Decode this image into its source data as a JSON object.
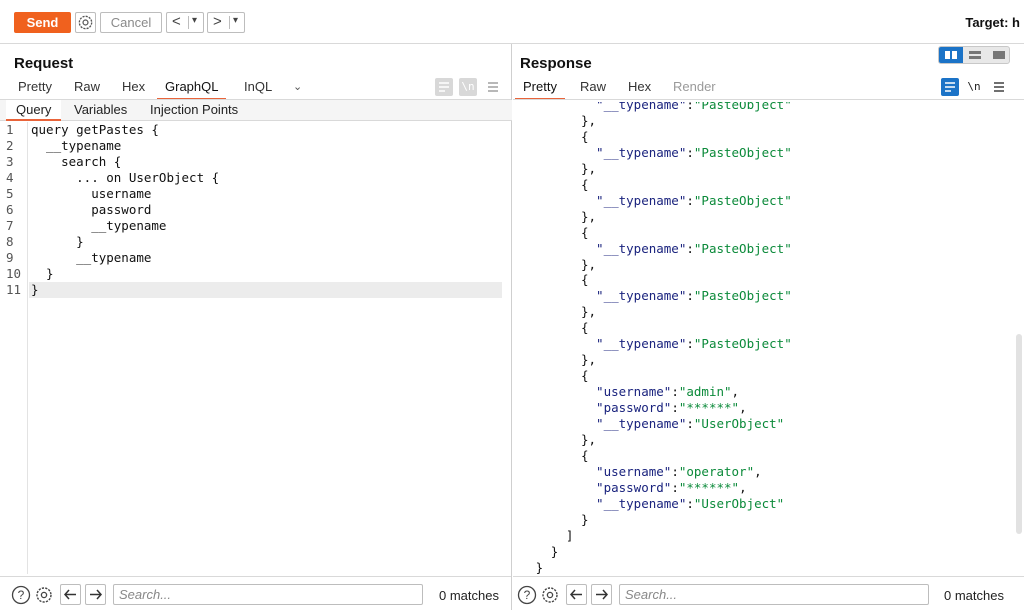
{
  "toolbar": {
    "send_label": "Send",
    "cancel_label": "Cancel",
    "back_label": "<",
    "forward_label": ">",
    "dropdown_glyph": "▾",
    "target_label": "Target: h"
  },
  "request": {
    "title": "Request",
    "tabs": [
      {
        "label": "Pretty"
      },
      {
        "label": "Raw"
      },
      {
        "label": "Hex"
      },
      {
        "label": "GraphQL"
      },
      {
        "label": "InQL"
      }
    ],
    "active_tab": "GraphQL",
    "subtabs": [
      {
        "label": "Query"
      },
      {
        "label": "Variables"
      },
      {
        "label": "Injection Points"
      }
    ],
    "active_subtab": "Query",
    "newline_toggle": "\\n",
    "lines": [
      {
        "n": "1",
        "text": "query getPastes {"
      },
      {
        "n": "2",
        "text": "  __typename"
      },
      {
        "n": "3",
        "text": "    search {"
      },
      {
        "n": "4",
        "text": "      ... on UserObject {"
      },
      {
        "n": "5",
        "text": "        username"
      },
      {
        "n": "6",
        "text": "        password"
      },
      {
        "n": "7",
        "text": "        __typename"
      },
      {
        "n": "8",
        "text": "      }"
      },
      {
        "n": "9",
        "text": "      __typename"
      },
      {
        "n": "10",
        "text": "  }"
      },
      {
        "n": "11",
        "text": "}"
      }
    ]
  },
  "response": {
    "title": "Response",
    "tabs": [
      {
        "label": "Pretty"
      },
      {
        "label": "Raw"
      },
      {
        "label": "Hex"
      },
      {
        "label": "Render"
      }
    ],
    "active_tab": "Pretty",
    "newline_toggle": "\\n",
    "lines": [
      {
        "indent": 11,
        "key": "\"__typename\"",
        "value": "\"PasteObject\"",
        "tail": ""
      },
      {
        "indent": 9,
        "plain": "},"
      },
      {
        "indent": 9,
        "plain": "{"
      },
      {
        "indent": 11,
        "key": "\"__typename\"",
        "value": "\"PasteObject\"",
        "tail": ""
      },
      {
        "indent": 9,
        "plain": "},"
      },
      {
        "indent": 9,
        "plain": "{"
      },
      {
        "indent": 11,
        "key": "\"__typename\"",
        "value": "\"PasteObject\"",
        "tail": ""
      },
      {
        "indent": 9,
        "plain": "},"
      },
      {
        "indent": 9,
        "plain": "{"
      },
      {
        "indent": 11,
        "key": "\"__typename\"",
        "value": "\"PasteObject\"",
        "tail": ""
      },
      {
        "indent": 9,
        "plain": "},"
      },
      {
        "indent": 9,
        "plain": "{"
      },
      {
        "indent": 11,
        "key": "\"__typename\"",
        "value": "\"PasteObject\"",
        "tail": ""
      },
      {
        "indent": 9,
        "plain": "},"
      },
      {
        "indent": 9,
        "plain": "{"
      },
      {
        "indent": 11,
        "key": "\"__typename\"",
        "value": "\"PasteObject\"",
        "tail": ""
      },
      {
        "indent": 9,
        "plain": "},"
      },
      {
        "indent": 9,
        "plain": "{"
      },
      {
        "indent": 11,
        "key": "\"username\"",
        "value": "\"admin\"",
        "tail": ","
      },
      {
        "indent": 11,
        "key": "\"password\"",
        "value": "\"******\"",
        "tail": ","
      },
      {
        "indent": 11,
        "key": "\"__typename\"",
        "value": "\"UserObject\"",
        "tail": ""
      },
      {
        "indent": 9,
        "plain": "},"
      },
      {
        "indent": 9,
        "plain": "{"
      },
      {
        "indent": 11,
        "key": "\"username\"",
        "value": "\"operator\"",
        "tail": ","
      },
      {
        "indent": 11,
        "key": "\"password\"",
        "value": "\"******\"",
        "tail": ","
      },
      {
        "indent": 11,
        "key": "\"__typename\"",
        "value": "\"UserObject\"",
        "tail": ""
      },
      {
        "indent": 9,
        "plain": "}"
      },
      {
        "indent": 7,
        "plain": "]"
      },
      {
        "indent": 5,
        "plain": "}"
      },
      {
        "indent": 3,
        "plain": "}"
      }
    ]
  },
  "search": {
    "placeholder": "Search...",
    "request_matches": "0 matches",
    "response_matches": "0 matches"
  },
  "colors": {
    "accent": "#f0611e",
    "tab_underline": "#e9643a",
    "json_key": "#1a237e",
    "json_string": "#0b8a3a",
    "blue_toggle": "#1b73c7"
  },
  "icons": [
    "gear-icon",
    "wrap-lines-icon",
    "menu-icon",
    "help-icon",
    "arrow-left-icon",
    "arrow-right-icon",
    "layout-toggle-icon"
  ]
}
